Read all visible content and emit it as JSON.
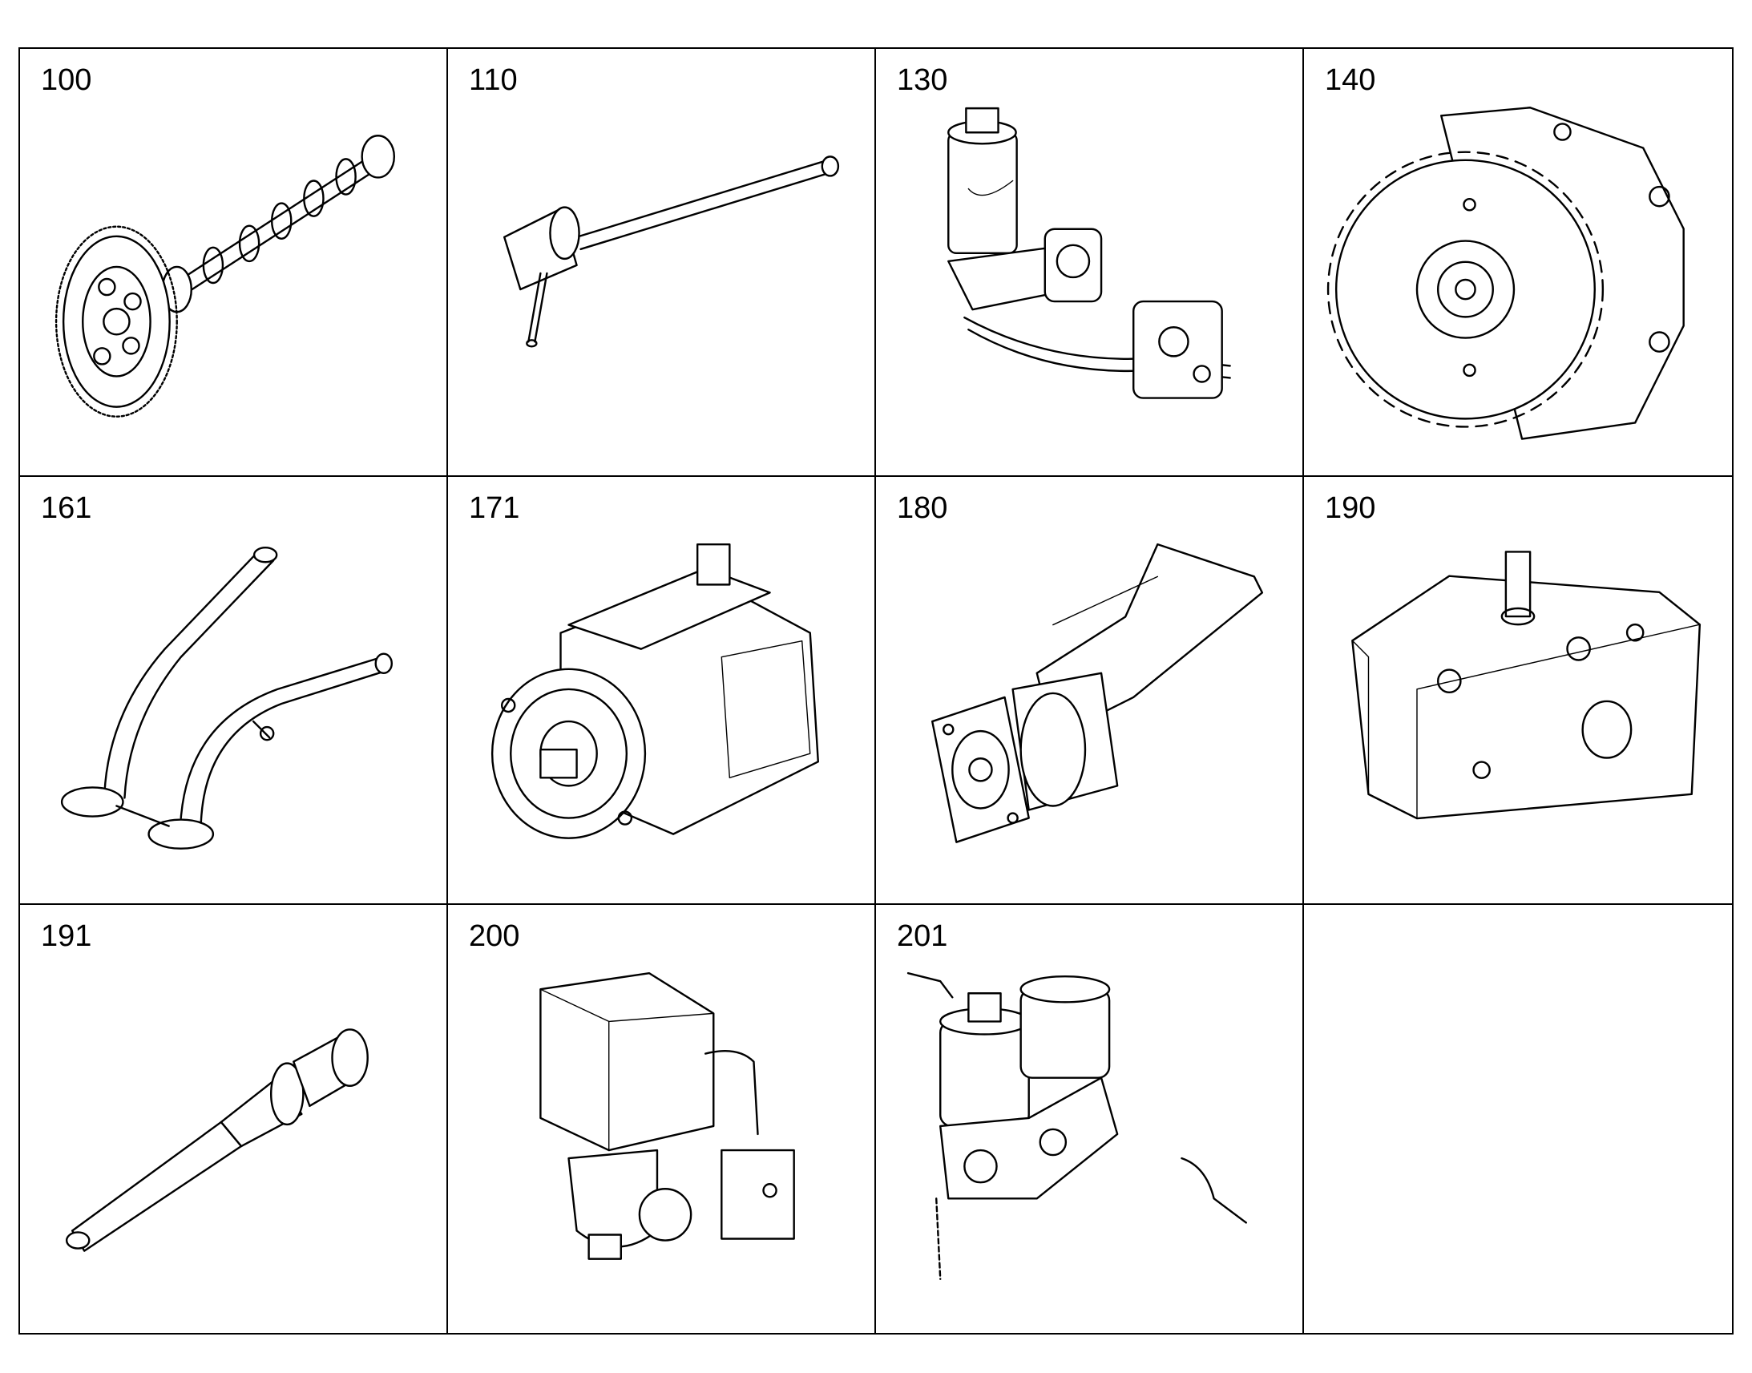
{
  "parts": [
    {
      "number": "100",
      "icon": "camshaft-icon"
    },
    {
      "number": "110",
      "icon": "tube-icon"
    },
    {
      "number": "130",
      "icon": "fuel-filter-assembly-icon"
    },
    {
      "number": "140",
      "icon": "gear-pump-icon"
    },
    {
      "number": "161",
      "icon": "pipe-icon"
    },
    {
      "number": "171",
      "icon": "high-pressure-pump-icon"
    },
    {
      "number": "180",
      "icon": "pump-housing-icon"
    },
    {
      "number": "190",
      "icon": "cylinder-head-icon"
    },
    {
      "number": "191",
      "icon": "injector-icon"
    },
    {
      "number": "200",
      "icon": "water-separator-icon"
    },
    {
      "number": "201",
      "icon": "filter-module-icon"
    },
    {
      "number": "",
      "icon": ""
    }
  ]
}
